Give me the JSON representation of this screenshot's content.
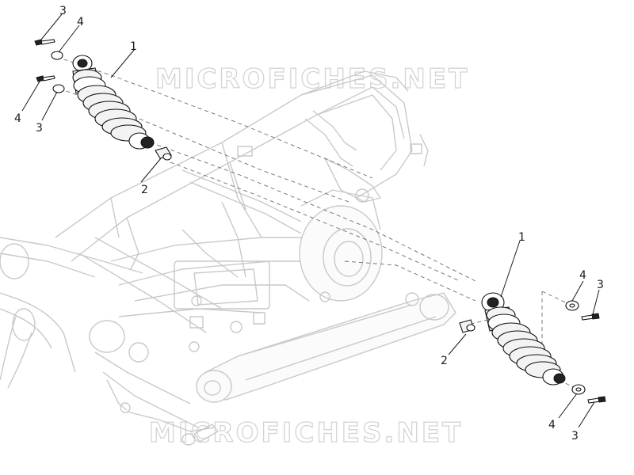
{
  "watermarks": {
    "top": "MICROFICHES.NET",
    "bottom": "MICROFICHES.NET"
  },
  "callouts": {
    "top_shock": "1",
    "top_bushing": "2",
    "top_bolt": "3",
    "top_washer": "4",
    "top_lower_washer_label": "4",
    "top_lower_bolt_label": "3",
    "right_shock": "1",
    "right_bushing": "2",
    "right_upper_washer": "4",
    "right_upper_bolt": "3",
    "right_lower_washer": "4",
    "right_lower_bolt": "3"
  }
}
